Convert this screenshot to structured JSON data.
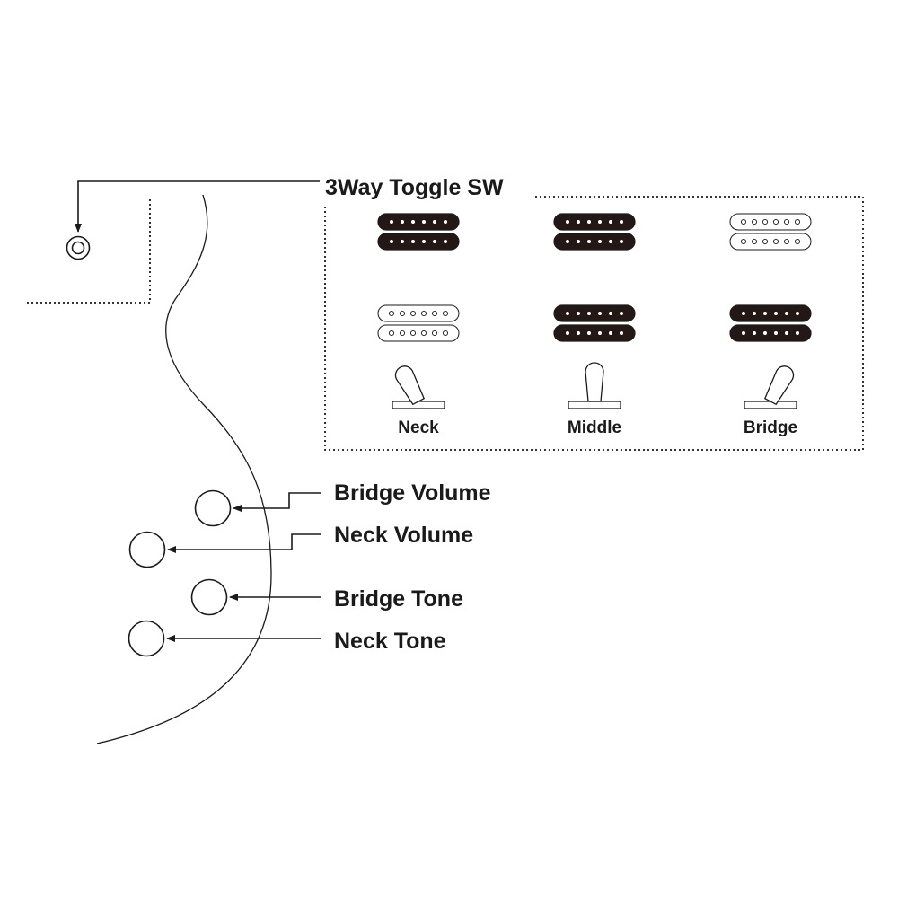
{
  "toggle_switch": {
    "title": "3Way Toggle SW",
    "positions": [
      {
        "label": "Neck",
        "neck_pickup": "on",
        "bridge_pickup": "off"
      },
      {
        "label": "Middle",
        "neck_pickup": "on",
        "bridge_pickup": "on"
      },
      {
        "label": "Bridge",
        "neck_pickup": "off",
        "bridge_pickup": "on"
      }
    ]
  },
  "controls": {
    "bridge_volume": "Bridge Volume",
    "neck_volume": "Neck Volume",
    "bridge_tone": "Bridge Tone",
    "neck_tone": "Neck Tone"
  },
  "colors": {
    "ink": "#1a1a1a",
    "background": "#ffffff",
    "pickup_on": "#231815",
    "pickup_off": "#ffffff"
  }
}
